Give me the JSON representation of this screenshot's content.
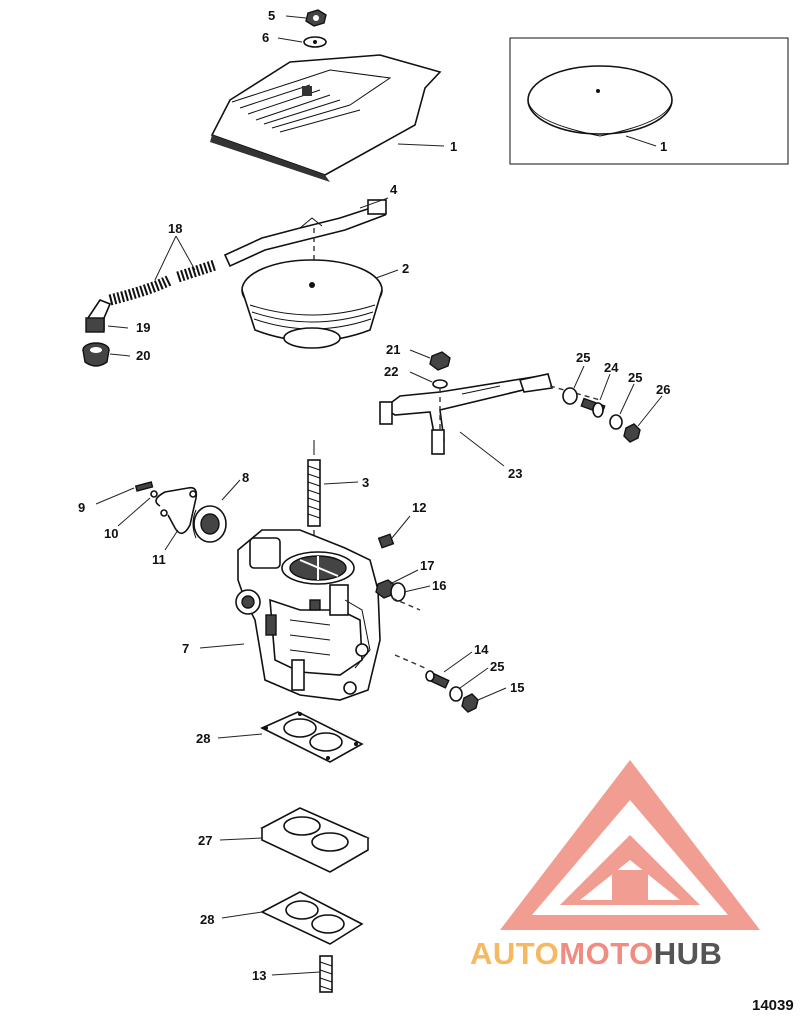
{
  "figure_id": "14039",
  "watermark": {
    "brand_part1": "AUTO",
    "brand_part2": "MOTO",
    "brand_part3": "HUB",
    "color_primary": "#f08c80",
    "color_accent": "#f5b961",
    "color_dark": "#555555"
  },
  "callouts": [
    {
      "id": "c5",
      "label": "5"
    },
    {
      "id": "c6",
      "label": "6"
    },
    {
      "id": "c1a",
      "label": "1"
    },
    {
      "id": "c1b",
      "label": "1"
    },
    {
      "id": "c4",
      "label": "4"
    },
    {
      "id": "c18",
      "label": "18"
    },
    {
      "id": "c2",
      "label": "2"
    },
    {
      "id": "c19",
      "label": "19"
    },
    {
      "id": "c20",
      "label": "20"
    },
    {
      "id": "c21",
      "label": "21"
    },
    {
      "id": "c22",
      "label": "22"
    },
    {
      "id": "c25a",
      "label": "25"
    },
    {
      "id": "c24",
      "label": "24"
    },
    {
      "id": "c25b",
      "label": "25"
    },
    {
      "id": "c26",
      "label": "26"
    },
    {
      "id": "c23",
      "label": "23"
    },
    {
      "id": "c3",
      "label": "3"
    },
    {
      "id": "c8",
      "label": "8"
    },
    {
      "id": "c9",
      "label": "9"
    },
    {
      "id": "c10",
      "label": "10"
    },
    {
      "id": "c11",
      "label": "11"
    },
    {
      "id": "c12",
      "label": "12"
    },
    {
      "id": "c17",
      "label": "17"
    },
    {
      "id": "c16",
      "label": "16"
    },
    {
      "id": "c7",
      "label": "7"
    },
    {
      "id": "c14",
      "label": "14"
    },
    {
      "id": "c25c",
      "label": "25"
    },
    {
      "id": "c15",
      "label": "15"
    },
    {
      "id": "c28a",
      "label": "28"
    },
    {
      "id": "c27",
      "label": "27"
    },
    {
      "id": "c28b",
      "label": "28"
    },
    {
      "id": "c13",
      "label": "13"
    }
  ]
}
